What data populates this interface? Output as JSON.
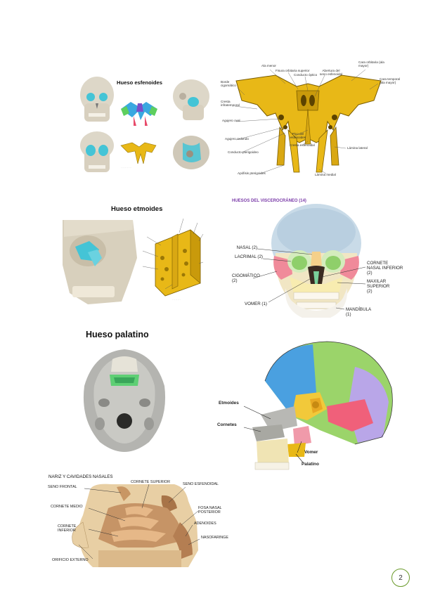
{
  "sphenoid": {
    "title": "Hueso esfenoides",
    "labels": {
      "ala_menor": "Ala menor",
      "fisura_orbitaria_superior": "Fisura orbitaria superior",
      "conducto_optico": "Conducto óptico",
      "abertura_seno": "Abertura del seno esfenoidal",
      "cara_orbitaria": "Cara orbitaria (ala mayor)",
      "cara_temporal": "Cara temporal (ala mayor)",
      "borde_cigomatico": "Borde cigomático",
      "cresta_infratemporal": "Cresta infratemporal",
      "agujero_oval": "Agujero oval",
      "agujero_redondo": "Agujero redondo",
      "conducto_pterigoideo": "Conducto pterigoideo",
      "pico_esfenoides": "Pico del esfenoides",
      "cresta_esfenoidal": "Cresta esfenoidal",
      "lamina_lateral": "Lámina lateral",
      "apofisis_pterigoides": "Apófisis pterigoides",
      "lamina_medial": "Lámina medial"
    }
  },
  "ethmoid": {
    "title": "Hueso etmoides"
  },
  "viscerocranium": {
    "title": "HUESOS DEL VISCEROCRÁNEO (14)",
    "labels": {
      "nasal": "NASAL (2)",
      "lacrimal": "LACRIMAL (2)",
      "cigomatico": "CIGOMÁTICO (2)",
      "vomer": "VOMER (1)",
      "cornete": "CORNETE NASAL INFERIOR (2)",
      "maxilar": "MAXILAR SUPERIOR (2)",
      "mandibula": "MANDÍBULA (1)"
    }
  },
  "palatine": {
    "title": "Hueso palatino"
  },
  "lateral_skull": {
    "labels": {
      "etmoides": "Etmoides",
      "cornetes": "Cornetes",
      "vomer": "Vomer",
      "palatino": "Palatino"
    }
  },
  "nasal_cavity": {
    "title": "NARIZ Y CAVIDADES NASALES",
    "labels": {
      "seno_frontal": "SENO FRONTAL",
      "cornete_superior": "CORNETE SUPERIOR",
      "seno_esfenoidal": "SENO ESFENOIDAL",
      "cornete_medio": "CORNETE MEDIO",
      "fosa_nasal_posterior": "FOSA NASAL POSTERIOR",
      "adenoides": "ADENOIDES",
      "cornete_inferior": "CORNETE INFERIOR",
      "nasofaringe": "NASOFARINGE",
      "orificio_externo": "ORIFICIO EXTERNO"
    }
  },
  "page": {
    "number": "2"
  },
  "colors": {
    "bone_yellow": "#e8b817",
    "skull_cyan": "#44c4d6",
    "accent_green": "#6a9a2a",
    "purple_title": "#7a3aa8"
  }
}
